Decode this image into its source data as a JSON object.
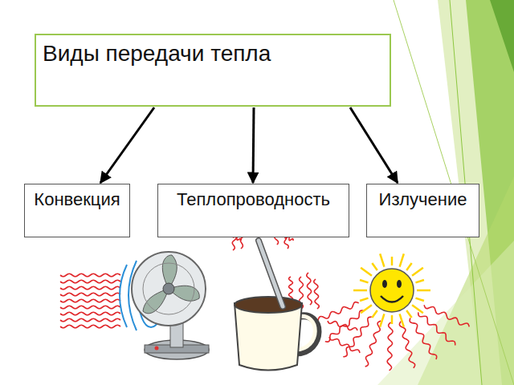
{
  "diagram": {
    "nodes": [
      {
        "text": [
          "Виды передачи тепла"
        ]
      },
      {
        "text": [
          "Конвекция"
        ]
      },
      {
        "text": [
          "Теплопроводность"
        ]
      },
      {
        "text": [
          "Излучение"
        ]
      }
    ],
    "edges": [
      {
        "from": 0,
        "to": 1,
        "arrow": "to"
      },
      {
        "from": 0,
        "to": 2,
        "arrow": "to"
      },
      {
        "from": 0,
        "to": 3,
        "arrow": "to"
      }
    ]
  }
}
